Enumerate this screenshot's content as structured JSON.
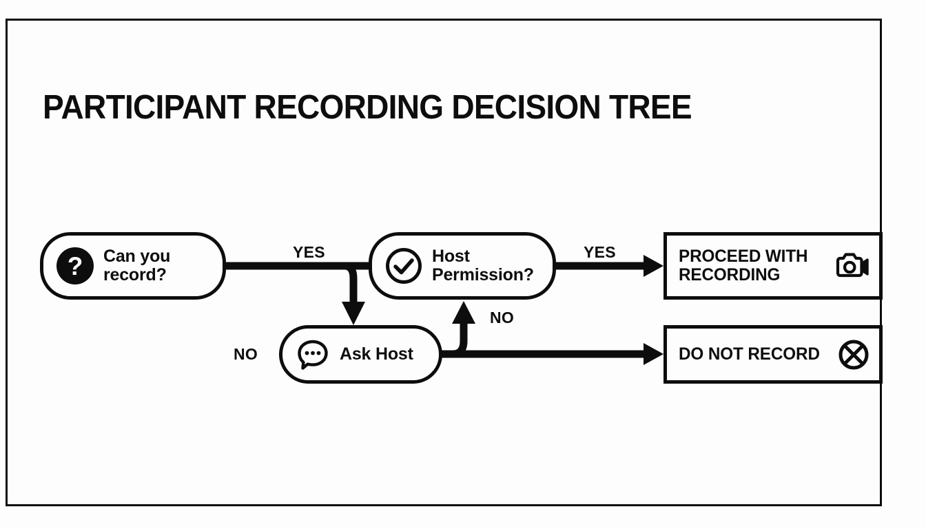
{
  "page": {
    "title": "PARTICIPANT RECORDING DECISION TREE",
    "background_color": "#fdfdfd",
    "ink_color": "#0d0d0d"
  },
  "diagram": {
    "type": "decision-tree-flowchart",
    "nodes": [
      {
        "id": "can-record",
        "shape": "pill",
        "icon": "question-mark-circle-icon",
        "label_line_1": "Can you",
        "label_line_2": "record?"
      },
      {
        "id": "host-permission",
        "shape": "pill",
        "icon": "check-circle-icon",
        "label_line_1": "Host",
        "label_line_2": "Permission?"
      },
      {
        "id": "ask-host",
        "shape": "pill",
        "icon": "speech-bubble-icon",
        "label_line_1": "Ask Host",
        "label_line_2": ""
      },
      {
        "id": "proceed-with-recording",
        "shape": "rectangle",
        "icon": "video-camera-icon",
        "label_line_1": "PROCEED WITH",
        "label_line_2": "RECORDING"
      },
      {
        "id": "do-not-record",
        "shape": "rectangle",
        "icon": "circle-x-icon",
        "label_line_1": "DO NOT RECORD",
        "label_line_2": ""
      }
    ],
    "edges": [
      {
        "id": "e1",
        "from": "can-record",
        "to": "host-permission",
        "label": "YES"
      },
      {
        "id": "e2",
        "from": "can-record",
        "to": "ask-host",
        "label": "NO"
      },
      {
        "id": "e3",
        "from": "host-permission",
        "to": "proceed-with-recording",
        "label": "YES"
      },
      {
        "id": "e4",
        "from": "ask-host",
        "to": "host-permission",
        "label": "NO"
      },
      {
        "id": "e5",
        "from": "ask-host",
        "to": "do-not-record",
        "label": ""
      }
    ]
  }
}
